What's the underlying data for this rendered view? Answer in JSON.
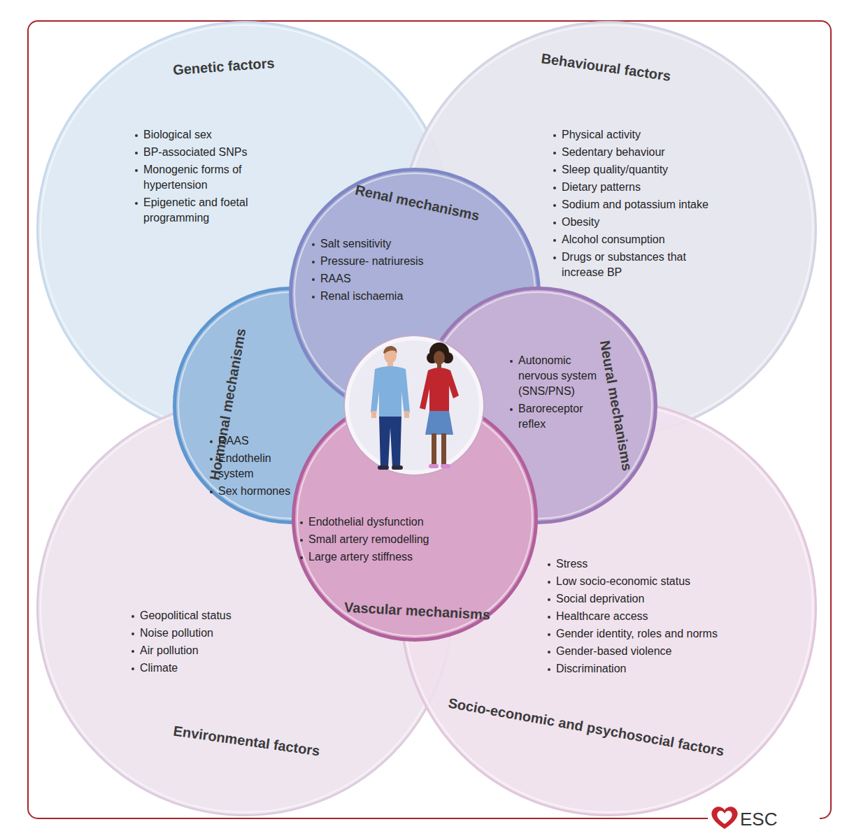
{
  "diagram": {
    "nodes": [
      {
        "text": [
          "Genetic factors",
          "Biological sex",
          "BP-associated SNPs",
          "Monogenic forms of hypertension",
          "Epigenetic and foetal programming"
        ]
      },
      {
        "text": [
          "Behavioural factors",
          "Physical activity",
          "Sedentary behaviour",
          "Sleep quality/quantity",
          "Dietary patterns",
          "Sodium and potassium intake",
          "Obesity",
          "Alcohol consumption",
          "Drugs or substances that increase BP"
        ]
      },
      {
        "text": [
          "Renal mechanisms",
          "Salt sensitivity",
          "Pressure- natriuresis",
          "RAAS",
          "Renal ischaemia"
        ]
      },
      {
        "text": [
          "Hormonal mechanisms",
          "RAAS",
          "Endothelin system",
          "Sex hormones"
        ]
      },
      {
        "text": [
          "Neural mechanisms",
          "Autonomic nervous system (SNS/PNS)",
          "Baroreceptor reflex"
        ]
      },
      {
        "text": [
          "Vascular mechanisms",
          "Endothelial dysfunction",
          "Small artery remodelling",
          "Large artery stiffness"
        ]
      },
      {
        "text": [
          "Environmental factors",
          "Geopolitical status",
          "Noise pollution",
          "Air pollution",
          "Climate"
        ]
      },
      {
        "text": [
          "Socio-economic and psychosocial factors",
          "Stress",
          "Low socio-economic status",
          "Social deprivation",
          "Healthcare access",
          "Gender identity, roles and norms",
          "Gender-based violence",
          "Discrimination"
        ]
      }
    ],
    "labels": [
      "ESC"
    ]
  }
}
